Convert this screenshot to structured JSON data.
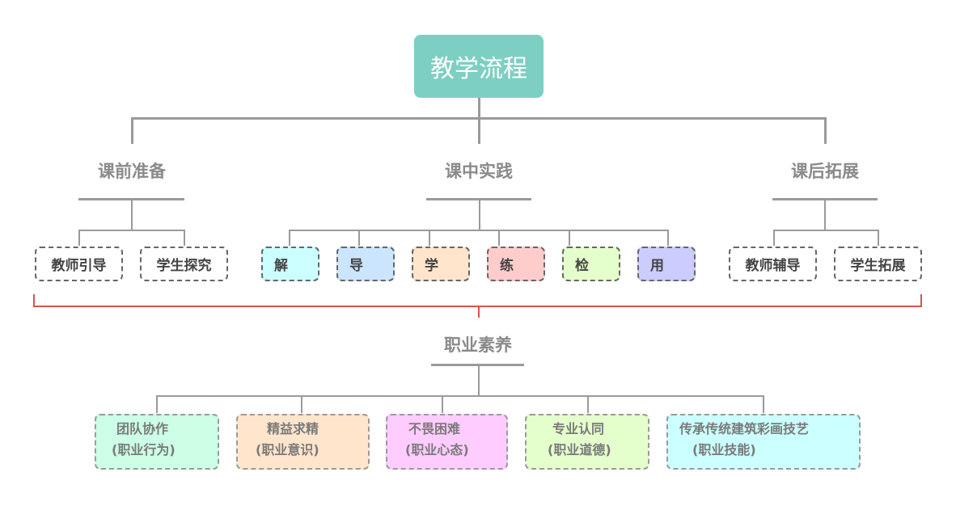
{
  "root": {
    "label": "教学流程",
    "color": "#7ecfc3"
  },
  "sections": [
    {
      "title": "课前准备",
      "children": [
        {
          "label": "教师引导"
        },
        {
          "label": "学生探究"
        }
      ]
    },
    {
      "title": "课中实践",
      "children": [
        {
          "label": "解",
          "color": "#ccffff"
        },
        {
          "label": "导",
          "color": "#cce5ff"
        },
        {
          "label": "学",
          "color": "#ffe5cc"
        },
        {
          "label": "练",
          "color": "#ffcccc"
        },
        {
          "label": "检",
          "color": "#e5ffcc"
        },
        {
          "label": "用",
          "color": "#ccccff"
        }
      ]
    },
    {
      "title": "课后拓展",
      "children": [
        {
          "label": "教师辅导"
        },
        {
          "label": "学生拓展"
        }
      ]
    }
  ],
  "literacy": {
    "title": "职业素养",
    "items": [
      {
        "line1": "团队协作",
        "line2": "(职业行为)",
        "color": "#ccffe5"
      },
      {
        "line1": "精益求精",
        "line2": "(职业意识)",
        "color": "#ffe5cc"
      },
      {
        "line1": "不畏困难",
        "line2": "(职业心态)",
        "color": "#ffccff"
      },
      {
        "line1": "专业认同",
        "line2": "(职业道德)",
        "color": "#e5ffcc"
      },
      {
        "line1": "传承传统建筑彩画技艺",
        "line2": "(职业技能)",
        "color": "#ccffff"
      }
    ]
  }
}
